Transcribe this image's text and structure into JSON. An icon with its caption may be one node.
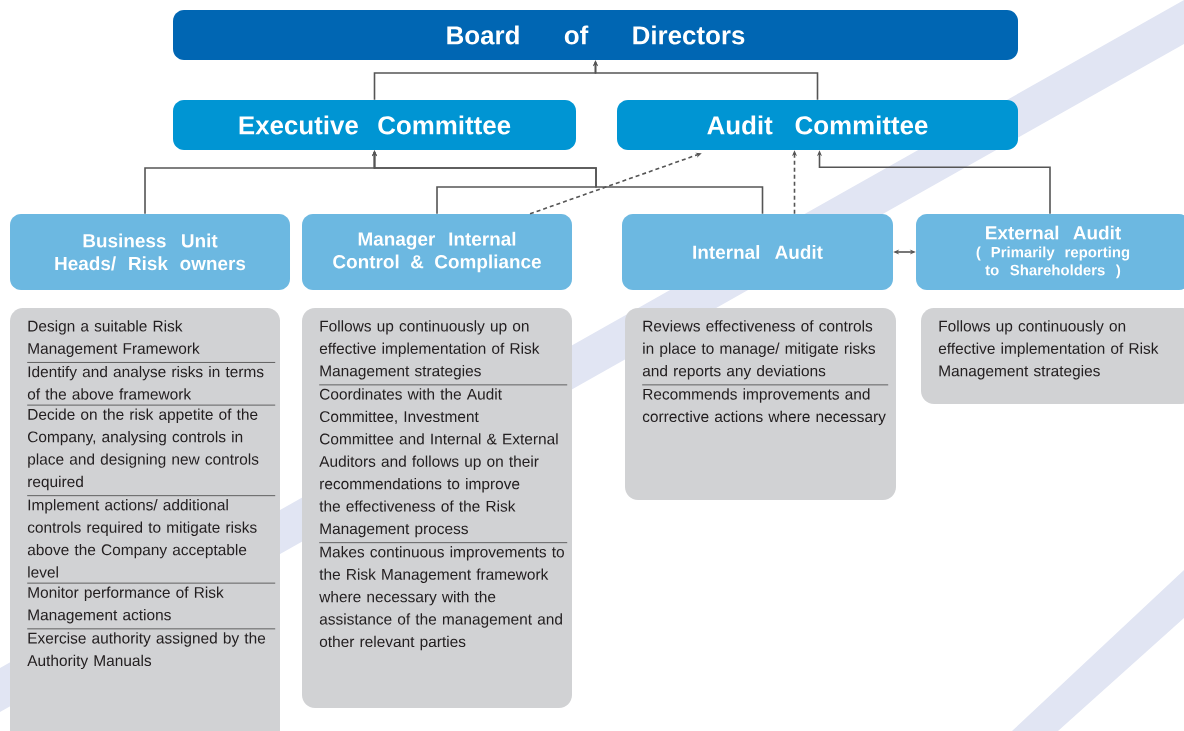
{
  "diagram": {
    "nodes": [
      {
        "text": [
          "Board of Directors"
        ]
      },
      {
        "text": [
          "Executive Committee"
        ]
      },
      {
        "text": [
          "Audit Committee"
        ]
      },
      {
        "text": [
          "Business Unit Heads/ Risk owners"
        ]
      },
      {
        "text": [
          "Manager Internal Control & Compliance"
        ]
      },
      {
        "text": [
          "Internal Audit"
        ]
      },
      {
        "text": [
          "External Audit",
          "( Primarily reporting to Shareholders )"
        ]
      },
      {
        "text": [
          "Design a suitable Risk Management Framework",
          "Identify and analyse risks in terms of the above framework",
          "Decide on the risk appetite of the Company, analysing controls in place and designing new controls required",
          "Implement actions/ additional controls required to mitigate risks above the Company acceptable level",
          "Monitor performance of Risk Management actions",
          "Exercise authority assigned by the Authority Manuals"
        ]
      },
      {
        "text": [
          "Follows up continuously up on effective implementation of Risk Management strategies",
          "Coordinates with the Audit Committee, Investment Committee and Internal & External Auditors and follows up on their recommendations to improve the effectiveness of the Risk Management process",
          "Makes continuous improvements to the Risk Management framework where necessary with the assistance of the management and other relevant parties"
        ]
      },
      {
        "text": [
          "Reviews effectiveness of controls in place to manage/ mitigate risks and reports any deviations",
          "Recommends improvements and corrective actions where necessary"
        ]
      },
      {
        "text": [
          "Follows up continuously on effective implementation of Risk Management strategies"
        ]
      }
    ],
    "edges": [
      {
        "from": 1,
        "to": 0,
        "arrow": "to"
      },
      {
        "from": 2,
        "to": 0,
        "arrow": "to"
      },
      {
        "from": 3,
        "to": 1,
        "arrow": "to"
      },
      {
        "from": 4,
        "to": 1,
        "arrow": "to"
      },
      {
        "from": 5,
        "to": 1,
        "arrow": "to"
      },
      {
        "from": 4,
        "to": 2,
        "arrow": "to",
        "style": "dashed"
      },
      {
        "from": 5,
        "to": 2,
        "arrow": "to",
        "style": "dashed"
      },
      {
        "from": 6,
        "to": 2,
        "arrow": "to"
      },
      {
        "from": 5,
        "to": 6,
        "arrow": "both"
      }
    ]
  }
}
